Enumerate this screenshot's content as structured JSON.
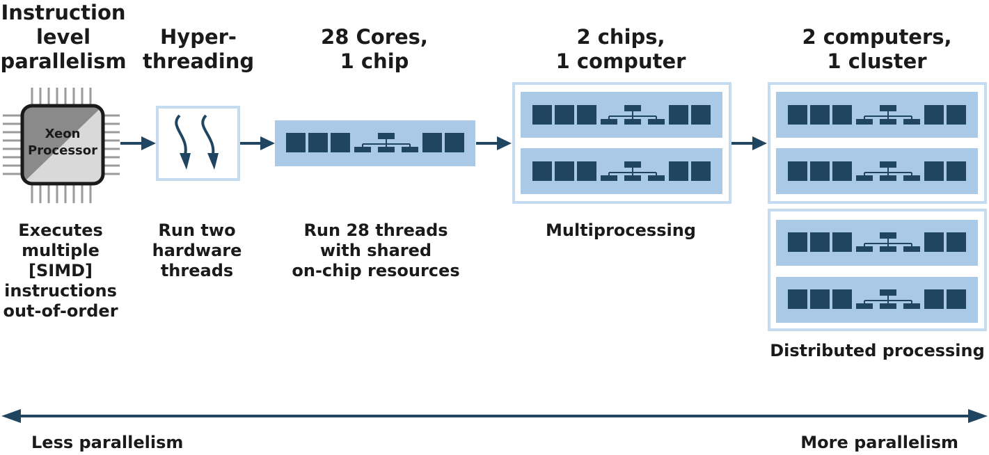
{
  "headings": {
    "ilp": [
      "Instruction",
      "level",
      "parallelism"
    ],
    "hyperthreading": [
      "Hyper-",
      "threading"
    ],
    "cores": [
      "28 Cores,",
      "1 chip"
    ],
    "chips": [
      "2 chips,",
      "1 computer"
    ],
    "computers": [
      "2 computers,",
      "1 cluster"
    ]
  },
  "processor_label": [
    "Xeon",
    "Processor"
  ],
  "descriptions": {
    "ilp": [
      "Executes",
      "multiple",
      "[SIMD]",
      "instructions",
      "out-of-order"
    ],
    "hyperthreading": [
      "Run two",
      "hardware",
      "threads"
    ],
    "cores": [
      "Run 28 threads",
      "with shared",
      "on-chip resources"
    ],
    "chips": [
      "Multiprocessing"
    ],
    "computers": [
      "Distributed processing"
    ]
  },
  "axis": {
    "left_label": "Less parallelism",
    "right_label": "More parallelism"
  },
  "colors": {
    "dark": "#1f4560",
    "light_fill": "#a9c9e6",
    "frame": "#c5dcf0",
    "chip_gray": "#8a8a8a",
    "chip_light": "#d9d9d9"
  }
}
